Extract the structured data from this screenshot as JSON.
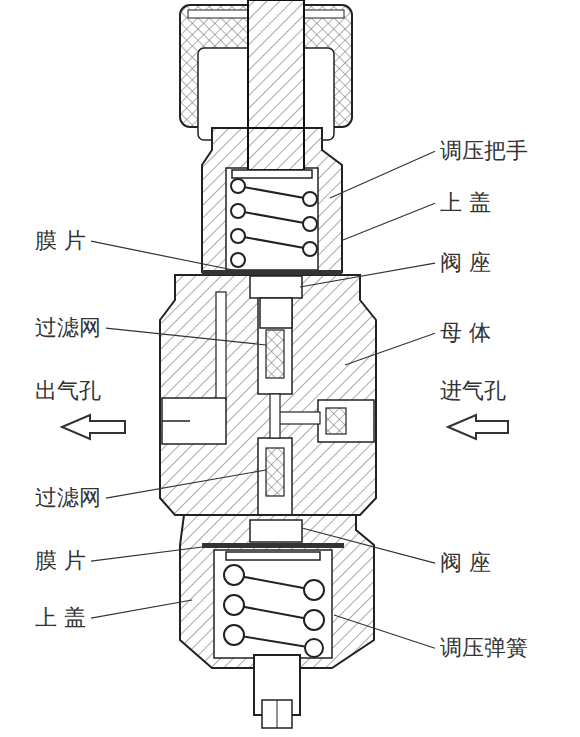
{
  "diagram": {
    "labels": [
      "调压把手",
      "膜 片",
      "上 盖",
      "阀 座",
      "过滤网",
      "母 体",
      "出气孔",
      "进气孔",
      "过滤网",
      "膜 片",
      "阀 座",
      "上 盖",
      "调压弹簧"
    ]
  }
}
